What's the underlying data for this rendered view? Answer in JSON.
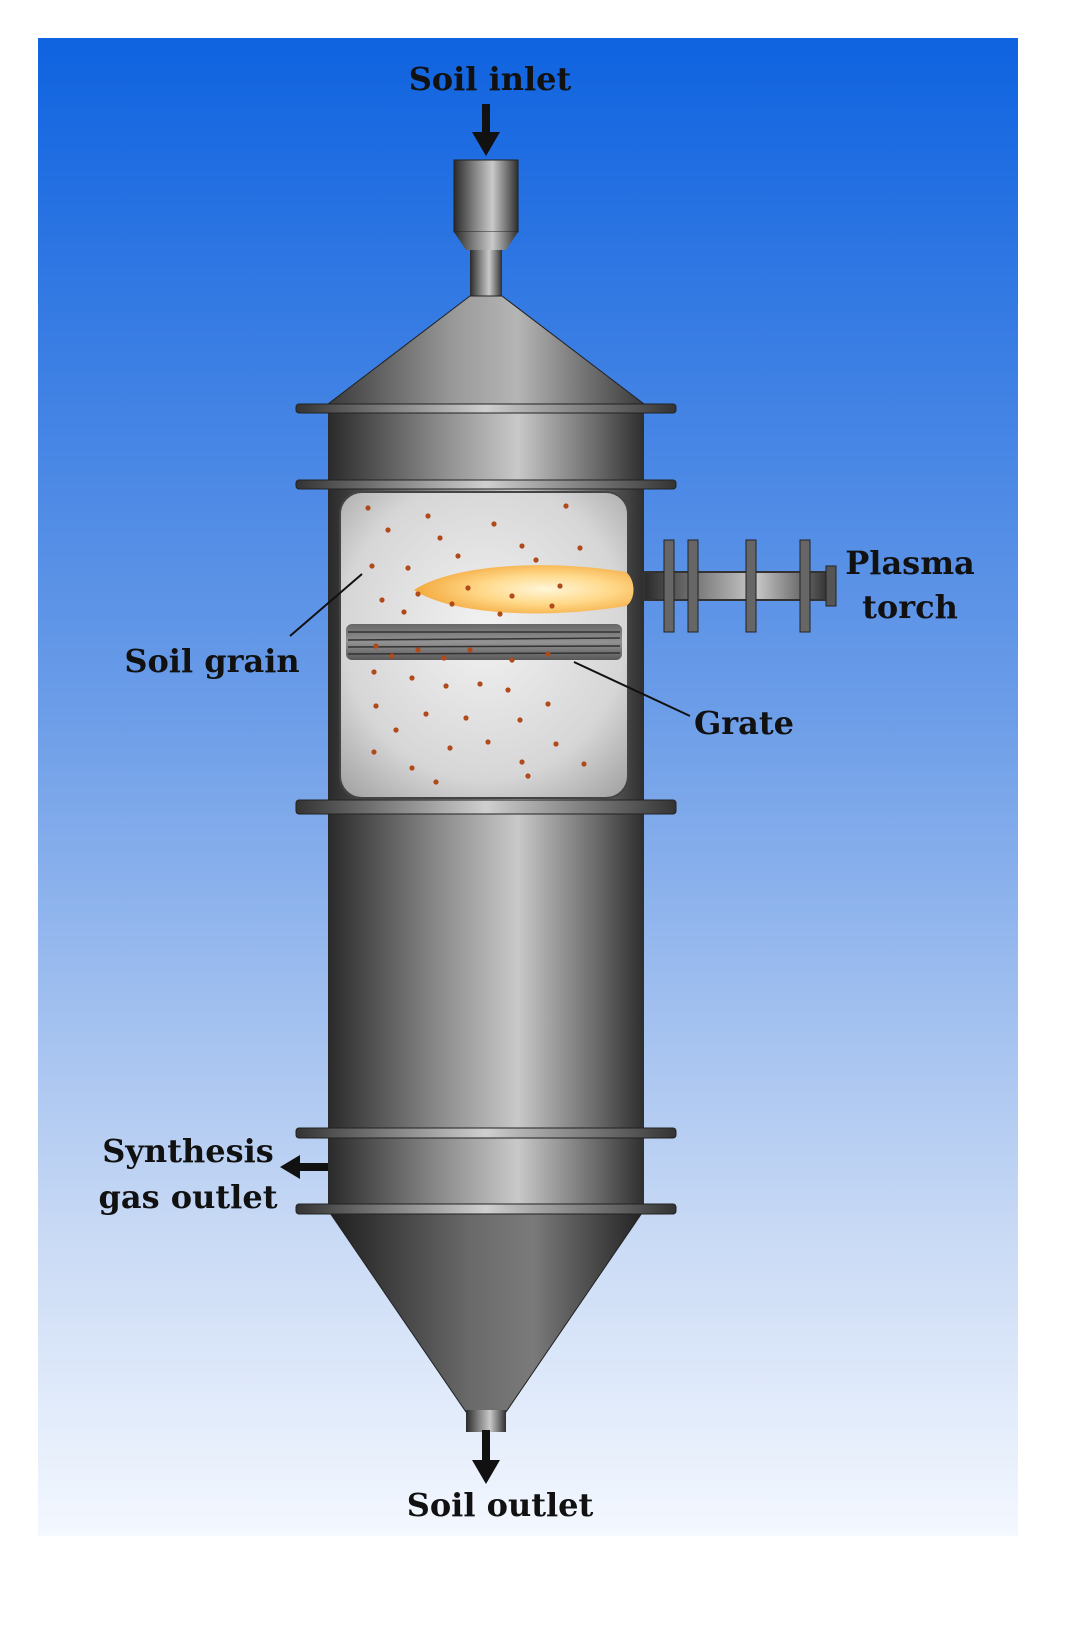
{
  "labels": {
    "soil_inlet": "Soil inlet",
    "plasma_torch_line1": "Plasma",
    "plasma_torch_line2": "torch",
    "soil_grain": "Soil grain",
    "grate": "Grate",
    "synthesis_line1": "Synthesis",
    "synthesis_line2": "gas outlet",
    "soil_outlet": "Soil outlet"
  },
  "colors": {
    "background_top": "#0f63e0",
    "background_bottom": "#f4f8ff",
    "metal_dark": "#2a2a2a",
    "metal_light": "#c9c9c9",
    "chamber_fill": "#d8d8d8",
    "flame": "#ffcf70",
    "grain": "#b04a1a",
    "text": "#111111"
  },
  "icons": {
    "inlet_arrow": "arrow-down-icon",
    "outlet_arrow": "arrow-down-icon",
    "gas_arrow": "arrow-left-icon"
  }
}
